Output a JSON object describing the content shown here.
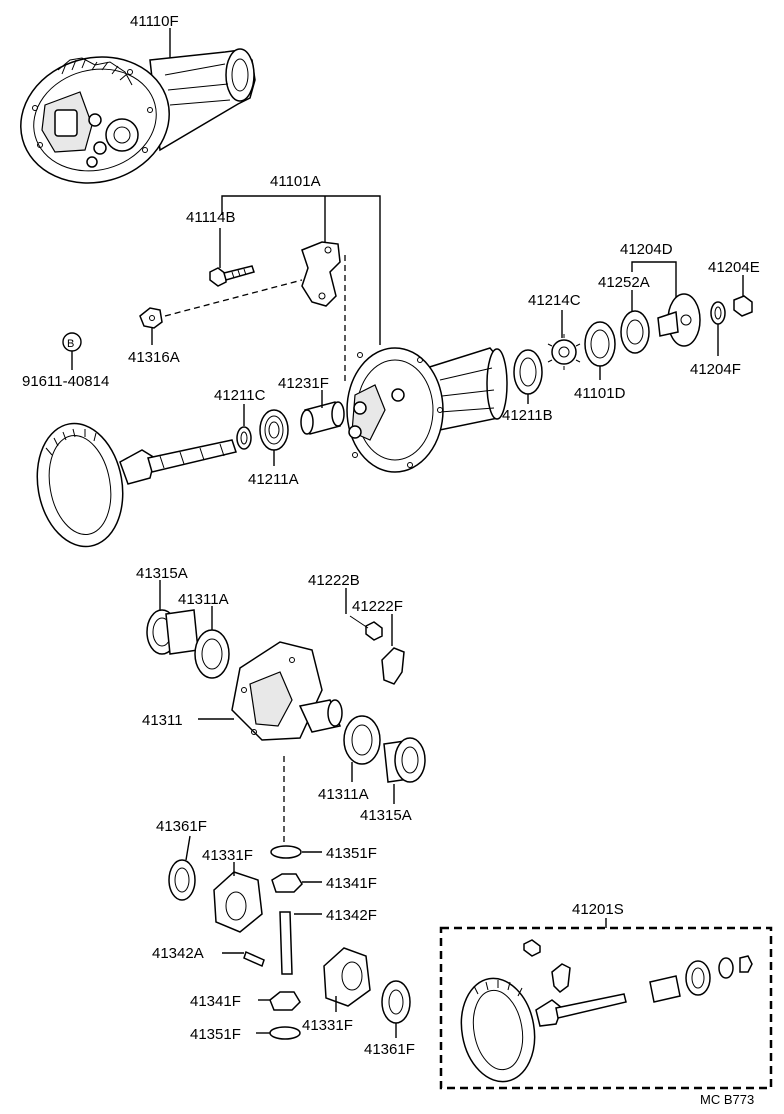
{
  "diagram": {
    "labels": {
      "p41110F": "41110F",
      "p41101A": "41101A",
      "p41114B": "41114B",
      "p41316A": "41316A",
      "p91611": "91611-40814",
      "circleB": "B",
      "p41231F": "41231F",
      "p41211C": "41211C",
      "p41211A": "41211A",
      "p41211B": "41211B",
      "p41214C": "41214C",
      "p41204D": "41204D",
      "p41252A": "41252A",
      "p41204E": "41204E",
      "p41101D": "41101D",
      "p41204F": "41204F",
      "p41315A_top": "41315A",
      "p41311A_top": "41311A",
      "p41222B": "41222B",
      "p41222F": "41222F",
      "p41311": "41311",
      "p41311A_bot": "41311A",
      "p41315A_bot": "41315A",
      "p41361F_top": "41361F",
      "p41331F_top": "41331F",
      "p41351F_top": "41351F",
      "p41341F_top": "41341F",
      "p41342F": "41342F",
      "p41342A": "41342A",
      "p41341F_bot": "41341F",
      "p41331F_bot": "41331F",
      "p41351F_bot": "41351F",
      "p41361F_bot": "41361F",
      "p41201S": "41201S",
      "ref_code": "MC  B773"
    }
  }
}
